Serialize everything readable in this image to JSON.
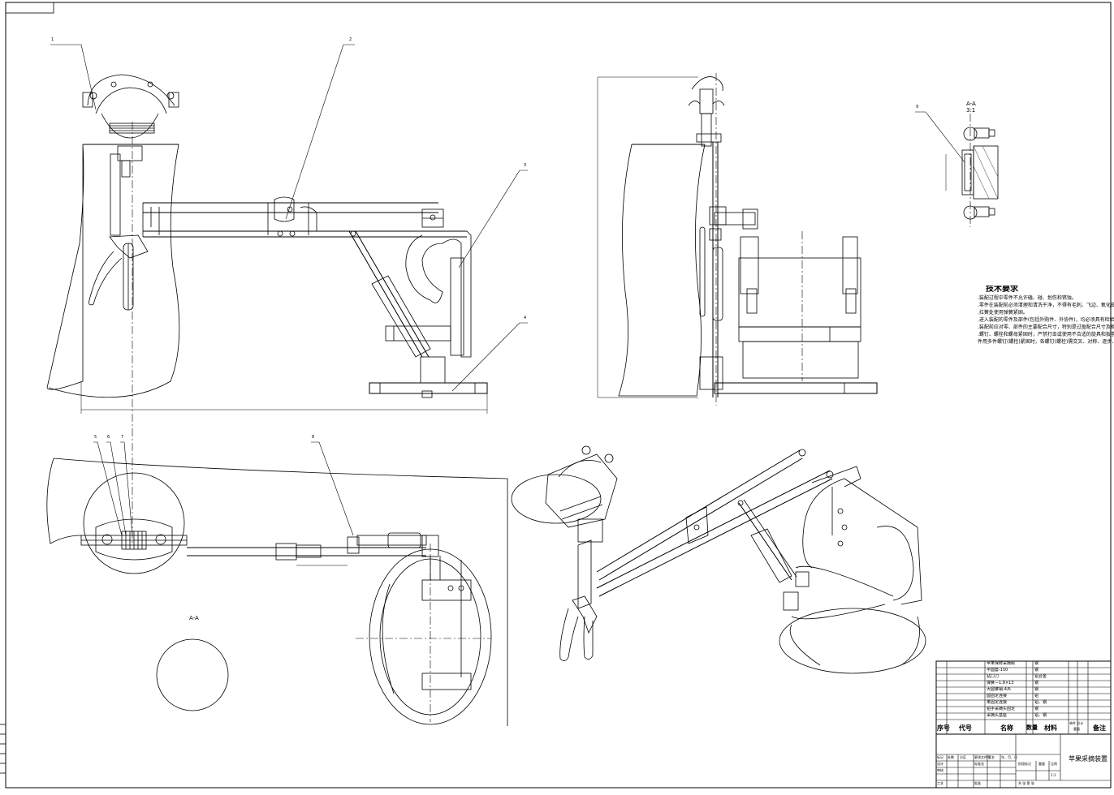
{
  "tech_requirements": {
    "heading": "技术要求",
    "items": [
      ".装配过程中零件不允许磕、碰、划伤和锈蚀。",
      ".零件在装配前必须清理和清洗干净，不得有毛刺、飞边、氧化皮、锈蚀、切屑、油污、着色剂和灰尘等。",
      ".拉簧处使用弹簧紧固。",
      ".进入装配的零件及部件(包括外购件、外协件)，均必须具有检验部门的合格证方能进行装配。",
      ".装配前应对零、部件的主要配合尺寸，特别是过盈配合尺寸及相关精度进行复查。",
      ".螺钉、螺栓和螺母紧固时，严禁打击或使用不合适的旋具和扳手。紧固后螺钉槽、螺母和螺钉、螺栓头部不得损坏。",
      "  件用多件螺钉(螺栓)紧固时，各螺钉(螺栓)需交叉、对称、逐步、均匀拧紧。"
    ]
  },
  "section_label": "A-A",
  "section_scale": "3:1",
  "bom": {
    "rows": [
      {
        "name": "苹果保鲜采摘碗",
        "material": "钢"
      },
      {
        "name": "半圆套-150",
        "material": "钢"
      },
      {
        "name": "钻口刀",
        "material": "铝合金"
      },
      {
        "name": "弹簧—1.8×13",
        "material": "钢"
      },
      {
        "name": "大圆锥销-4/6",
        "material": "钢"
      },
      {
        "name": "圆固定连接",
        "material": "铝"
      },
      {
        "name": "果固定连接",
        "material": "铝、钢"
      },
      {
        "name": "铝手采摘头固定",
        "material": "钢"
      },
      {
        "name": "采摘头基座",
        "material": "铝、钢"
      }
    ],
    "header": {
      "seq": "序号",
      "code": "代号",
      "name": "名称",
      "qty": "数量",
      "material": "材料",
      "unit_total": "单件 总计",
      "weight": "重量",
      "note": "备注"
    }
  },
  "title_block": {
    "drawing_name": "苹果采摘装置",
    "scale": "1:1",
    "row_labels": [
      "标记",
      "设计",
      "审核",
      "工艺"
    ],
    "col_labels": [
      "处数",
      "分区",
      "更改文件号",
      "签名",
      "年、月、日"
    ],
    "std": "标准化",
    "approve": "批准",
    "stage": "阶段标记",
    "weight": "重量",
    "ratio": "比例",
    "sheet": "共 张 第 张"
  },
  "callouts": [
    "1",
    "2",
    "3",
    "4",
    "5",
    "6",
    "7",
    "8",
    "9"
  ]
}
